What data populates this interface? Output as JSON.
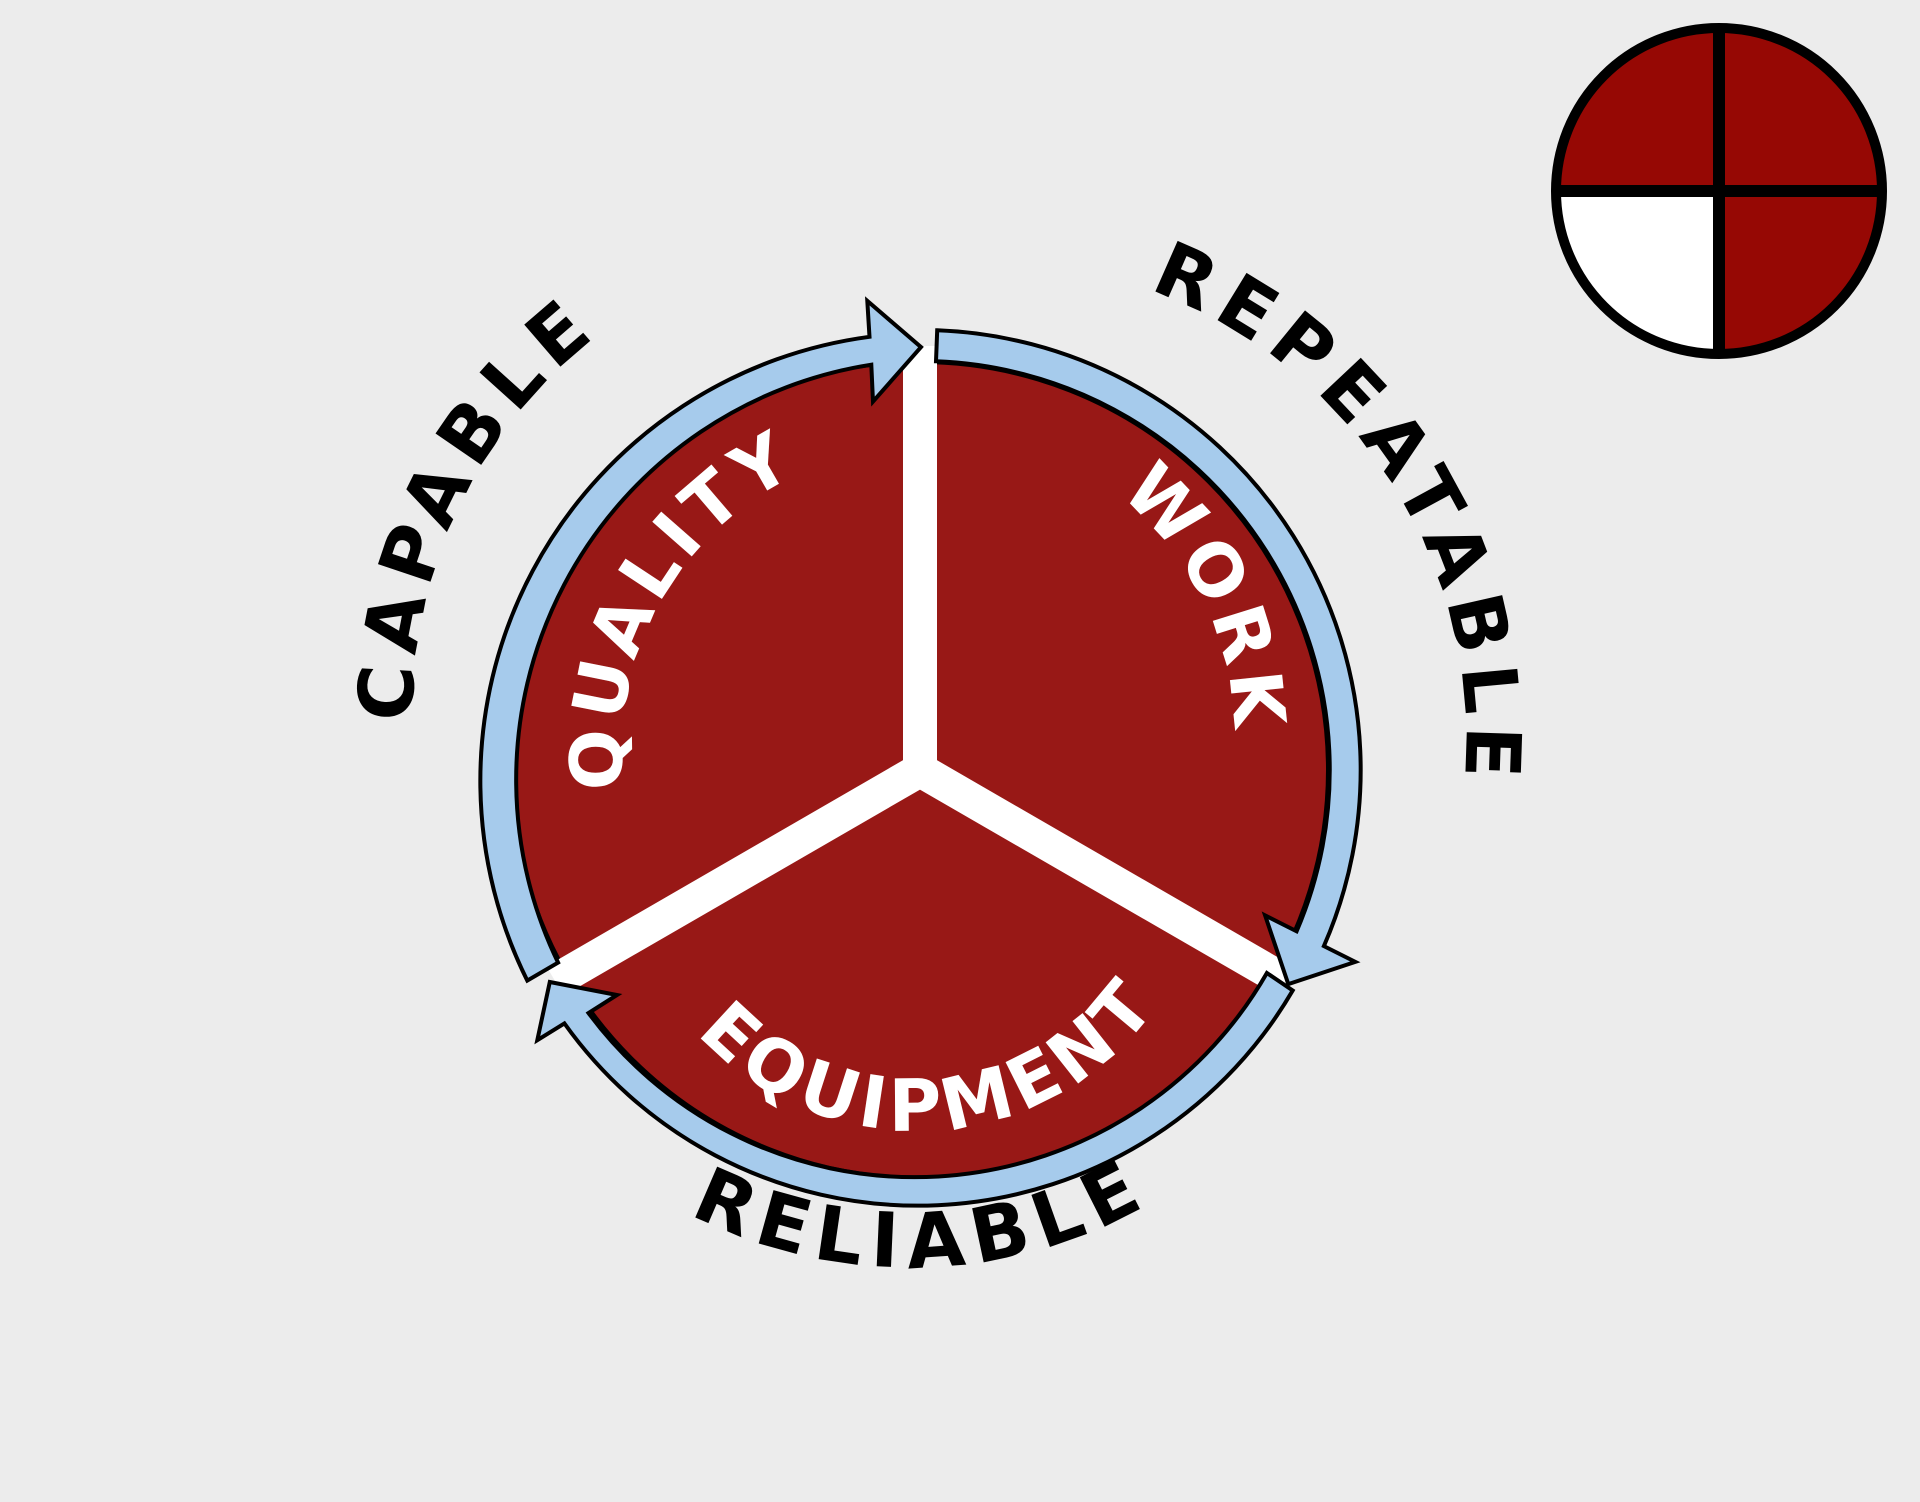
{
  "segments": [
    {
      "id": "quality",
      "label": "QUALITY"
    },
    {
      "id": "work",
      "label": "WORK"
    },
    {
      "id": "equipment",
      "label": "EQUIPMENT"
    }
  ],
  "outer_labels": {
    "capable": "CAPABLE",
    "repeatable": "REPEATABLE",
    "reliable": "RELIABLE"
  },
  "legend_icon": {
    "name": "quadrant-indicator-icon",
    "filled_quadrants": [
      "top-left",
      "top-right",
      "bottom-right"
    ],
    "empty_quadrants": [
      "bottom-left"
    ]
  },
  "colors": {
    "background": "#ececec",
    "segment_fill": "#981816",
    "divider": "#ffffff",
    "arrow_fill": "#a6cbec",
    "outline": "#000000",
    "inner_text": "#ffffff",
    "outer_text": "#000000",
    "icon_filled": "#960804",
    "icon_empty": "#ffffff"
  }
}
